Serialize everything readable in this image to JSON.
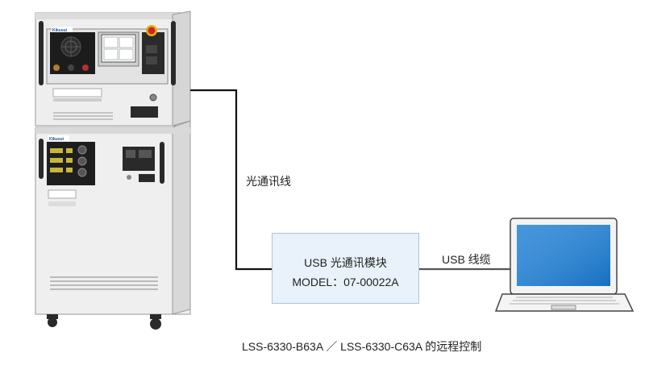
{
  "fiber_label": "光通讯线",
  "module": {
    "title": "USB 光通讯模块",
    "model": "MODEL：07-00022A"
  },
  "usb_cable_label": "USB 线缆",
  "caption": "LSS-6330-B63A ／ LSS-6330-C63A 的远程控制",
  "instrument": {
    "brand_top": "Kikusui",
    "brand_bottom": "Kikusui"
  },
  "colors": {
    "fiber_line": "#111111",
    "usb_line": "#555555",
    "module_fill": "#e9f1fa",
    "module_border": "#a9c4de",
    "screen": "#1c7fd4"
  },
  "icons": [
    "test-system-cabinet",
    "usb-optical-module",
    "laptop-icon",
    "emergency-stop-icon"
  ]
}
